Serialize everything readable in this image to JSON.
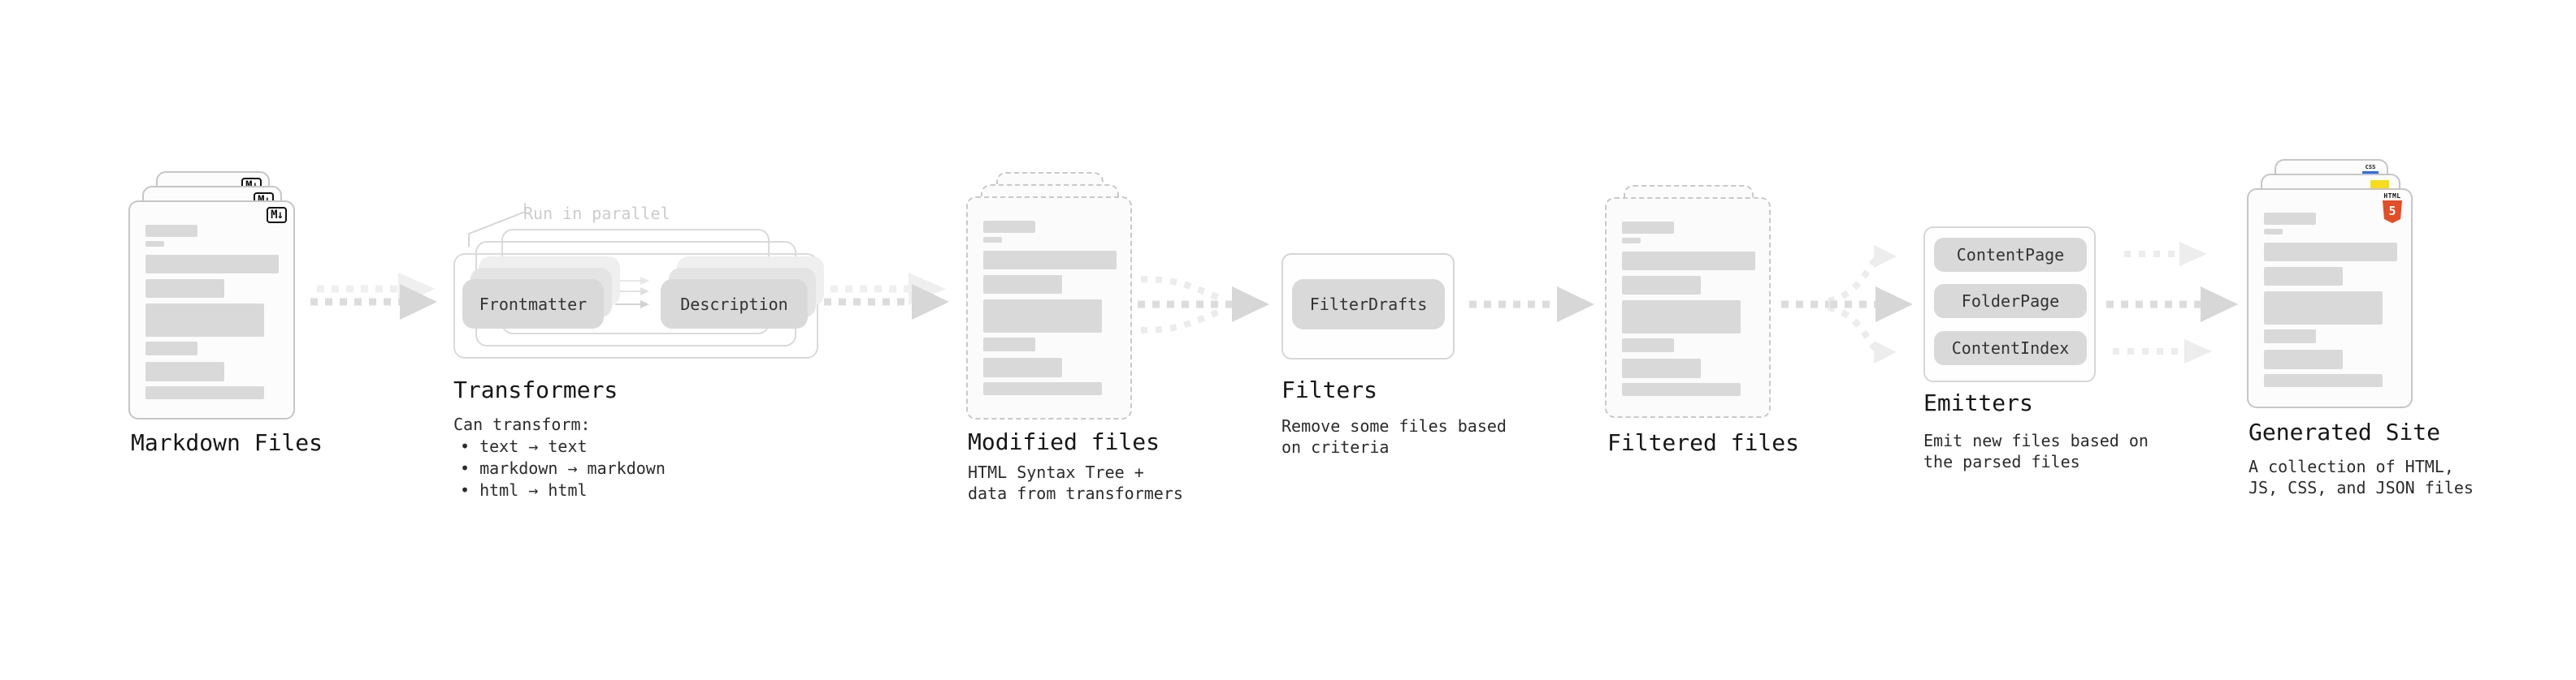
{
  "stages": {
    "markdown": {
      "label": "Markdown Files",
      "badge": "M↓"
    },
    "transformers": {
      "label": "Transformers",
      "note": "Run in parallel",
      "left_pill": "Frontmatter",
      "right_pill": "Description",
      "caption_title": "Can transform:",
      "bullets": [
        "• text → text",
        "• markdown → markdown",
        "• html → html"
      ]
    },
    "modified": {
      "label": "Modified files",
      "caption": [
        "HTML Syntax Tree +",
        "data from transformers"
      ]
    },
    "filters": {
      "label": "Filters",
      "pill": "FilterDrafts",
      "caption": [
        "Remove some files based",
        "on criteria"
      ]
    },
    "filtered": {
      "label": "Filtered files"
    },
    "emitters": {
      "label": "Emitters",
      "pills": [
        "ContentPage",
        "FolderPage",
        "ContentIndex"
      ],
      "caption": [
        "Emit new files based on",
        "the parsed files"
      ]
    },
    "generated": {
      "label": "Generated Site",
      "caption": [
        "A collection of HTML,",
        "JS, CSS, and JSON files"
      ],
      "html_badge": {
        "word": "HTML",
        "number": "5"
      },
      "css_badge": "CSS"
    }
  },
  "colors": {
    "html5_orange": "#e44d26",
    "js_yellow": "#f5de19",
    "css_blue": "#2c6bed",
    "skeleton_gray": "#d9d9d9",
    "pill_gray": "#d9d9d9",
    "arrow_gray": "#d9d9d9",
    "arrow_light_gray": "#ececec",
    "note_gray": "#cccccc"
  }
}
